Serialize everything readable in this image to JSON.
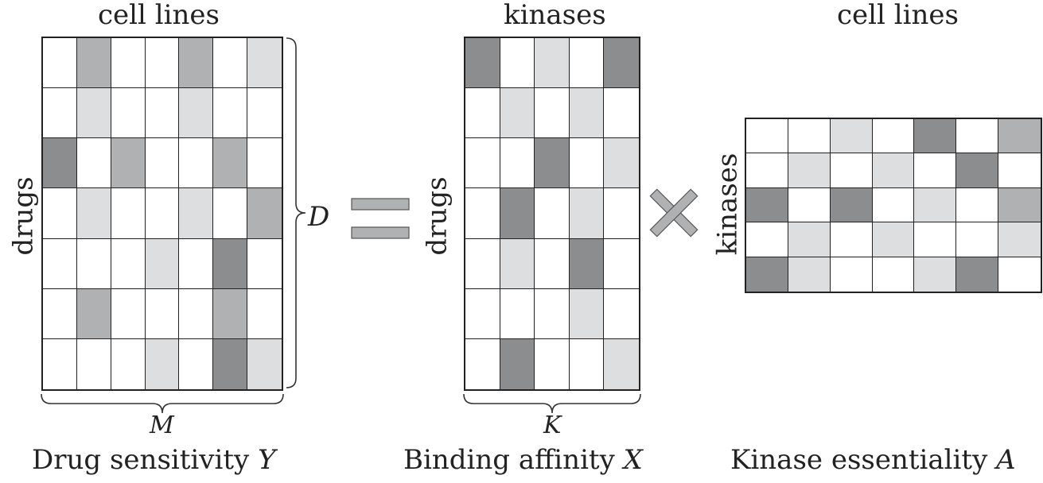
{
  "palette": {
    "0": "#ffffff",
    "1": "#dddedf",
    "2": "#b0b1b3",
    "3": "#8c8d8f"
  },
  "matrix_y": {
    "top_label": "cell lines",
    "side_label": "drugs",
    "brace_right_label": "D",
    "brace_bottom_label": "M",
    "caption_text": "Drug sensitivity",
    "caption_symbol": "Y",
    "cells": [
      [
        0,
        2,
        0,
        0,
        2,
        0,
        1
      ],
      [
        0,
        1,
        0,
        0,
        1,
        0,
        0
      ],
      [
        3,
        0,
        2,
        0,
        0,
        2,
        0
      ],
      [
        0,
        1,
        0,
        0,
        1,
        0,
        2
      ],
      [
        0,
        0,
        0,
        1,
        0,
        3,
        0
      ],
      [
        0,
        2,
        0,
        0,
        0,
        2,
        0
      ],
      [
        0,
        0,
        0,
        1,
        0,
        3,
        1
      ]
    ]
  },
  "matrix_x": {
    "top_label": "kinases",
    "side_label": "drugs",
    "brace_bottom_label": "K",
    "caption_text": "Binding affinity",
    "caption_symbol": "X",
    "cells": [
      [
        3,
        0,
        1,
        0,
        3
      ],
      [
        0,
        1,
        0,
        1,
        0
      ],
      [
        0,
        0,
        3,
        0,
        1
      ],
      [
        0,
        3,
        0,
        1,
        0
      ],
      [
        0,
        1,
        0,
        3,
        0
      ],
      [
        0,
        0,
        0,
        1,
        0
      ],
      [
        0,
        3,
        0,
        0,
        1
      ]
    ]
  },
  "matrix_a": {
    "top_label": "cell lines",
    "side_label": "kinases",
    "caption_text": "Kinase essentiality",
    "caption_symbol": "A",
    "cells": [
      [
        0,
        0,
        1,
        0,
        3,
        0,
        2
      ],
      [
        0,
        1,
        0,
        1,
        0,
        3,
        0
      ],
      [
        3,
        0,
        3,
        0,
        1,
        0,
        2
      ],
      [
        0,
        1,
        0,
        1,
        0,
        0,
        1
      ],
      [
        3,
        1,
        0,
        0,
        1,
        3,
        0
      ]
    ]
  },
  "operators": {
    "equals": "equals-sign",
    "times": "multiply-sign"
  }
}
